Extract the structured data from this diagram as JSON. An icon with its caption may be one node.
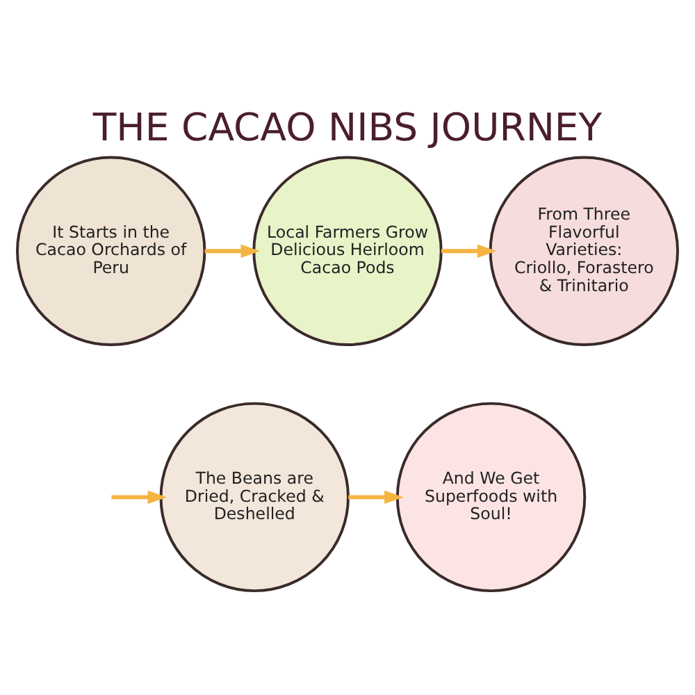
{
  "diagram": {
    "title": "THE CACAO NIBS JOURNEY",
    "nodes": [
      {
        "text": [
          "It Starts in the Cacao Orchards of Peru"
        ]
      },
      {
        "text": [
          "Local Farmers Grow Delicious Heirloom Cacao Pods"
        ]
      },
      {
        "text": [
          "From Three Flavorful Varieties: Criollo, Forastero & Trinitario"
        ]
      },
      {
        "text": [
          "The Beans are Dried, Cracked & Deshelled"
        ]
      },
      {
        "text": [
          "And We Get Superfoods with Soul!"
        ]
      }
    ],
    "edges": [
      {
        "from": 0,
        "to": 1,
        "arrow": "to"
      },
      {
        "from": 1,
        "to": 2,
        "arrow": "to"
      },
      {
        "from": null,
        "to": 3,
        "arrow": "to"
      },
      {
        "from": 3,
        "to": 4,
        "arrow": "to"
      }
    ]
  }
}
